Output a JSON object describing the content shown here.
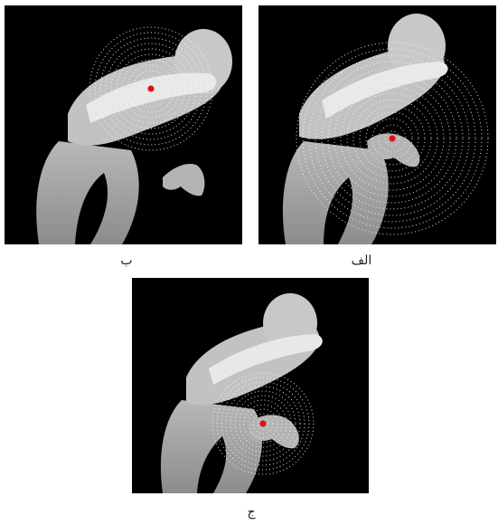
{
  "panels": [
    {
      "id": "b",
      "label": "ب",
      "dot_color": "#e01010"
    },
    {
      "id": "a",
      "label": "الف",
      "dot_color": "#e01010"
    },
    {
      "id": "c",
      "label": "ج",
      "dot_color": "#e01010"
    }
  ],
  "colors": {
    "background": "#000000",
    "figure_light": "#d4d4d4",
    "figure_mid": "#a8a8a8",
    "figure_dark": "#8a8a8a",
    "rings": "#ffffff"
  }
}
